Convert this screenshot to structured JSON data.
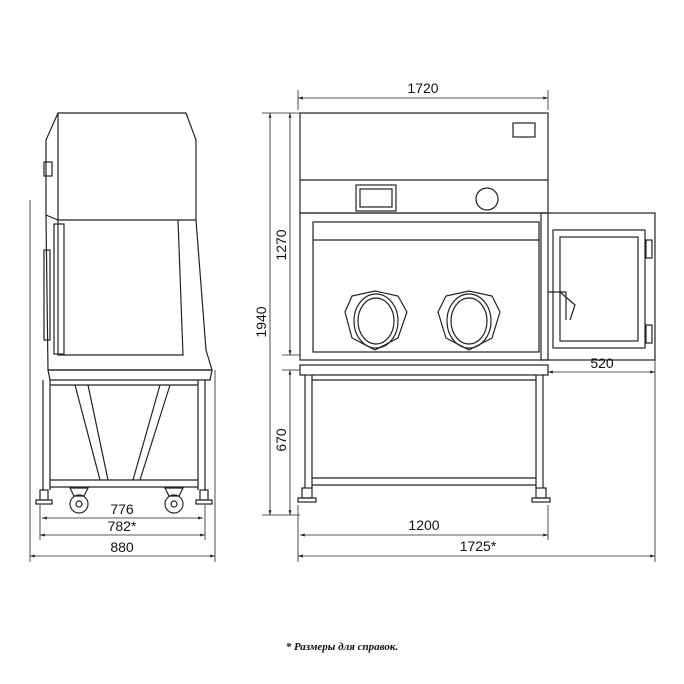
{
  "dimensions": {
    "front_width": "1720",
    "chamber_height": "1270",
    "total_height": "1940",
    "stand_height": "670",
    "door_width": "520",
    "leg_span": "1200",
    "total_width": "1725*",
    "side_leg_span": "776",
    "side_caster_span": "782*",
    "side_depth": "880"
  },
  "footnote": "* Размеры для справок.",
  "colors": {
    "line": "#222222",
    "background": "#ffffff"
  }
}
